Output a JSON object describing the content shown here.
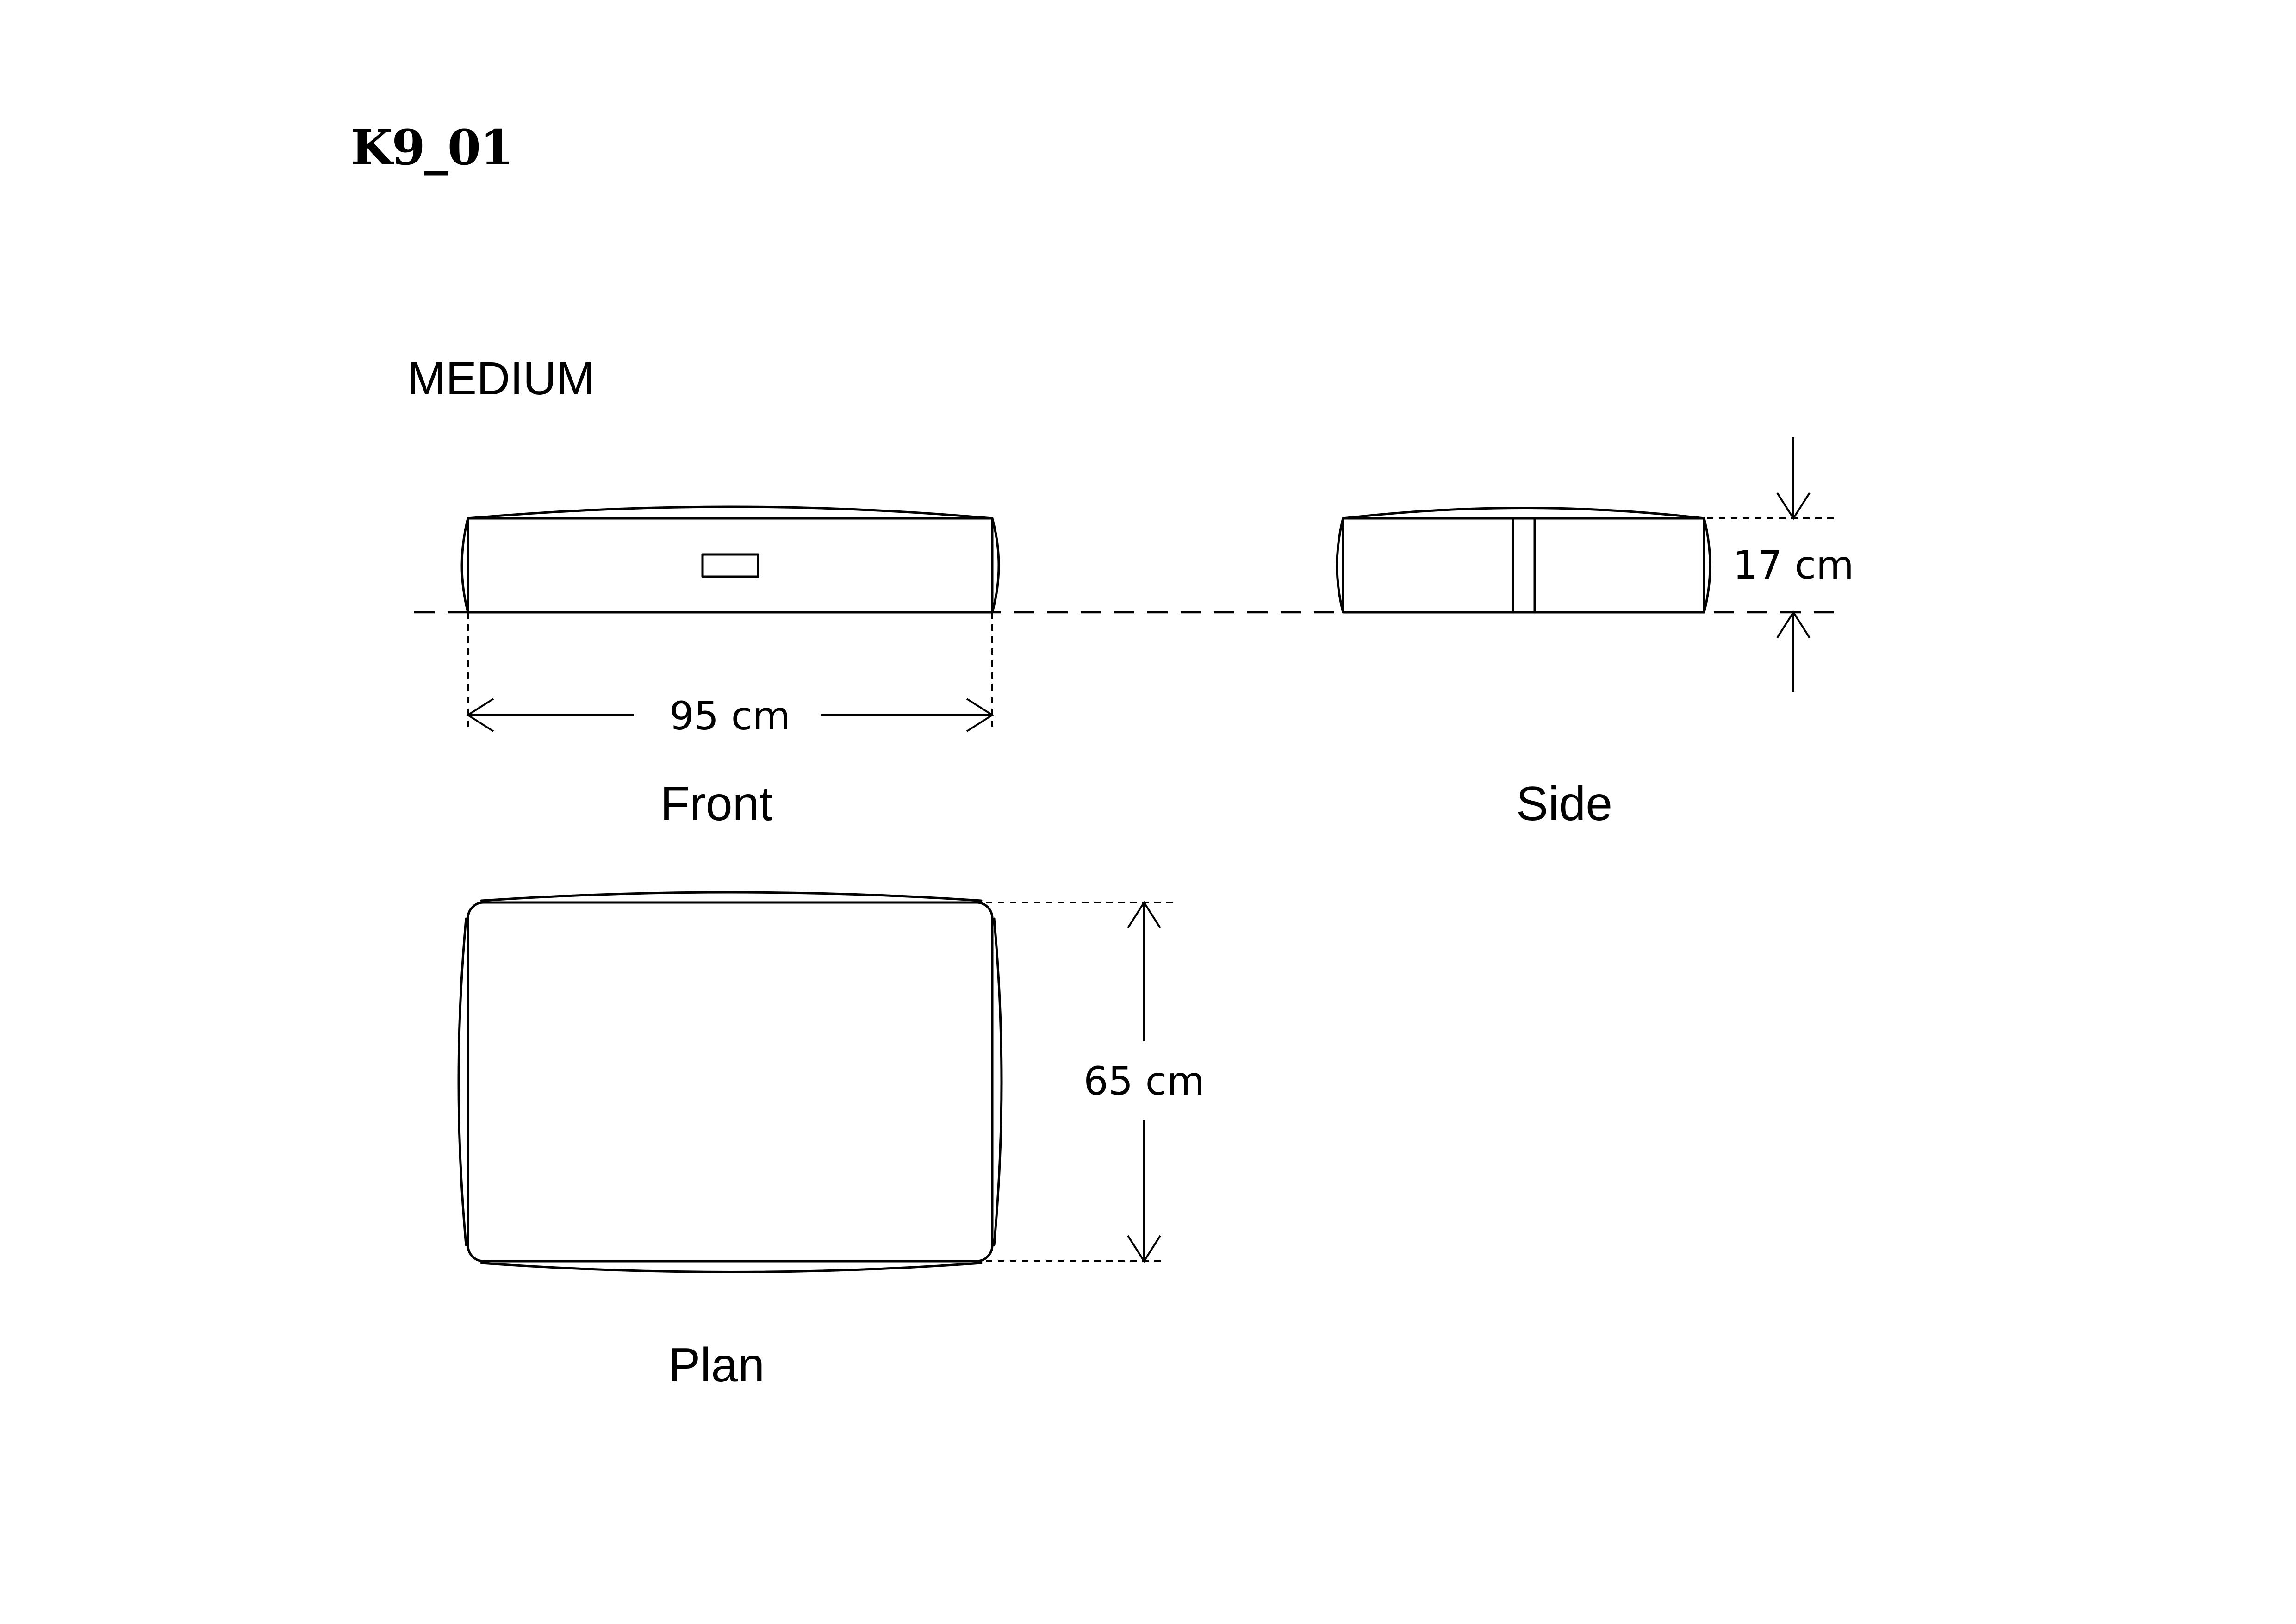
{
  "product_code": "K9_01",
  "size_name": "MEDIUM",
  "views": {
    "front": "Front",
    "side": "Side",
    "plan": "Plan"
  },
  "dimensions": {
    "width": "95 cm",
    "height": "17 cm",
    "depth": "65 cm"
  }
}
